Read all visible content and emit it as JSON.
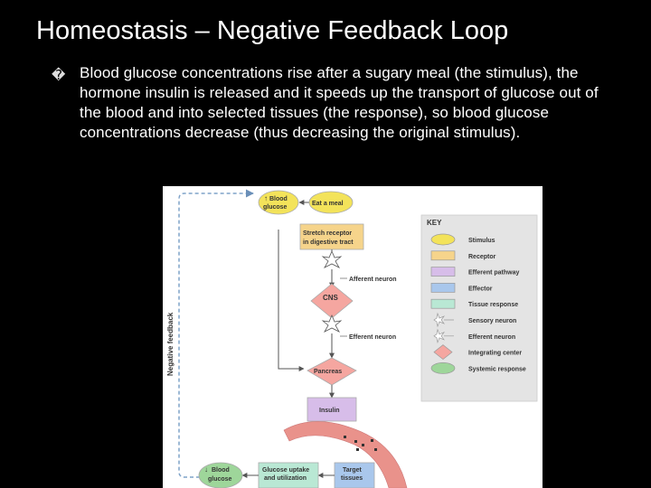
{
  "slide": {
    "title": "Homeostasis – Negative Feedback Loop",
    "bullet_glyph": "�",
    "body": "Blood glucose concentrations rise after a sugary meal (the stimulus), the hormone insulin is released and it speeds up the transport of glucose out of the blood and into selected tissues (the response), so blood glucose concentrations decrease (thus decreasing the original stimulus)."
  },
  "diagram": {
    "side_label": "Negative feedback",
    "nodes": {
      "blood_glucose_up": [
        "Blood",
        "glucose"
      ],
      "eat_meal": "Eat a meal",
      "stretch_receptor": [
        "Stretch receptor",
        "in digestive tract"
      ],
      "afferent_neuron": "Afferent neuron",
      "cns": "CNS",
      "efferent_neuron": "Efferent neuron",
      "pancreas": "Pancreas",
      "insulin": "Insulin",
      "target_tissues": [
        "Target",
        "tissues"
      ],
      "glucose_uptake": [
        "Glucose uptake",
        "and utilization"
      ],
      "blood_glucose_down": [
        "Blood",
        "glucose"
      ]
    },
    "key": {
      "title": "KEY",
      "items": [
        {
          "label": "Stimulus",
          "shape": "ellipse",
          "color": "#f3e35a"
        },
        {
          "label": "Receptor",
          "shape": "rect",
          "color": "#f6d48b"
        },
        {
          "label": "Efferent pathway",
          "shape": "rect",
          "color": "#d7bde9"
        },
        {
          "label": "Effector",
          "shape": "rect",
          "color": "#a9c7ec"
        },
        {
          "label": "Tissue response",
          "shape": "rect",
          "color": "#b9e8d4"
        },
        {
          "label": "Sensory neuron",
          "shape": "neuron",
          "color": "#ffffff"
        },
        {
          "label": "Efferent neuron",
          "shape": "neuron",
          "color": "#ffffff"
        },
        {
          "label": "Integrating center",
          "shape": "diamond",
          "color": "#f5a6a0"
        },
        {
          "label": "Systemic response",
          "shape": "ellipse",
          "color": "#9ed69a"
        }
      ]
    },
    "colors": {
      "stimulus": "#f3e35a",
      "receptor": "#f6d48b",
      "efferent": "#d7bde9",
      "effector": "#a9c7ec",
      "tissue": "#b9e8d4",
      "integrating": "#f5a6a0",
      "systemic": "#9ed69a",
      "key_bg": "#e4e4e4",
      "blood_vessel": "#e9928b"
    }
  }
}
